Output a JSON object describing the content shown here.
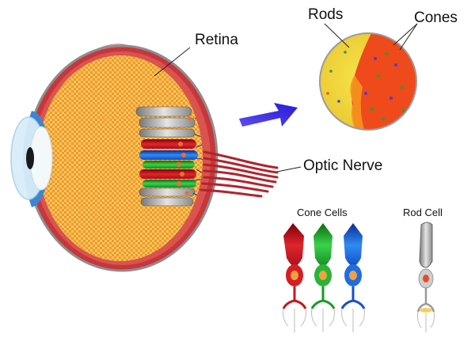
{
  "labels": {
    "retina": "Retina",
    "rods": "Rods",
    "cones": "Cones",
    "optic_nerve": "Optic Nerve",
    "cone_cells": "Cone Cells",
    "rod_cell": "Rod Cell"
  },
  "colors": {
    "retina_yellow": "#f4c84a",
    "retina_orange": "#f08a2a",
    "sclera": "#c4323a",
    "cone_red": "#c8141c",
    "cone_green": "#1aa82a",
    "cone_blue": "#1c5ad8",
    "rod_gray": "#9a9a9a",
    "arrow": "#4a3ae8",
    "cornea": "#bfe6f6",
    "iris": "#2a7fd0"
  },
  "icons": [
    "eye-cross-section",
    "arrow-right-icon",
    "retina-magnified-disc"
  ]
}
